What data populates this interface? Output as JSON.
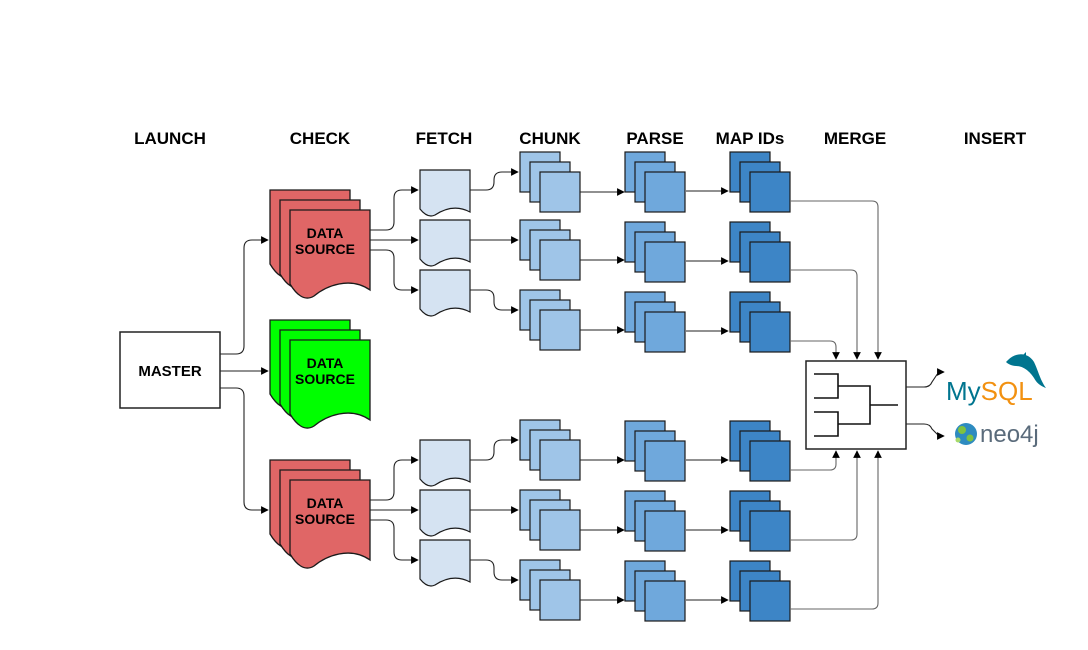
{
  "stages": {
    "launch": "LAUNCH",
    "check": "CHECK",
    "fetch": "FETCH",
    "chunk": "CHUNK",
    "parse": "PARSE",
    "map_ids": "MAP IDs",
    "merge": "MERGE",
    "insert": "INSERT"
  },
  "master": {
    "label": "MASTER"
  },
  "data_sources": [
    {
      "line1": "DATA",
      "line2": "SOURCE",
      "status": "checked",
      "color": "#e06666"
    },
    {
      "line1": "DATA",
      "line2": "SOURCE",
      "status": "ok",
      "color": "#00ff00"
    },
    {
      "line1": "DATA",
      "line2": "SOURCE",
      "status": "checked",
      "color": "#e06666"
    }
  ],
  "colors": {
    "fetch_doc": "#d5e3f2",
    "chunk_square": "#9fc5e8",
    "parse_square": "#6fa8dc",
    "map_square": "#3d85c6",
    "outline": "#1a1a1a"
  },
  "targets": {
    "mysql": {
      "my": "My",
      "sql": "SQL"
    },
    "neo4j": {
      "label": "neo4j"
    }
  },
  "icons": {
    "mysql": "mysql-dolphin-icon",
    "neo4j": "neo4j-globe-icon",
    "merge": "merge-tree-icon"
  }
}
